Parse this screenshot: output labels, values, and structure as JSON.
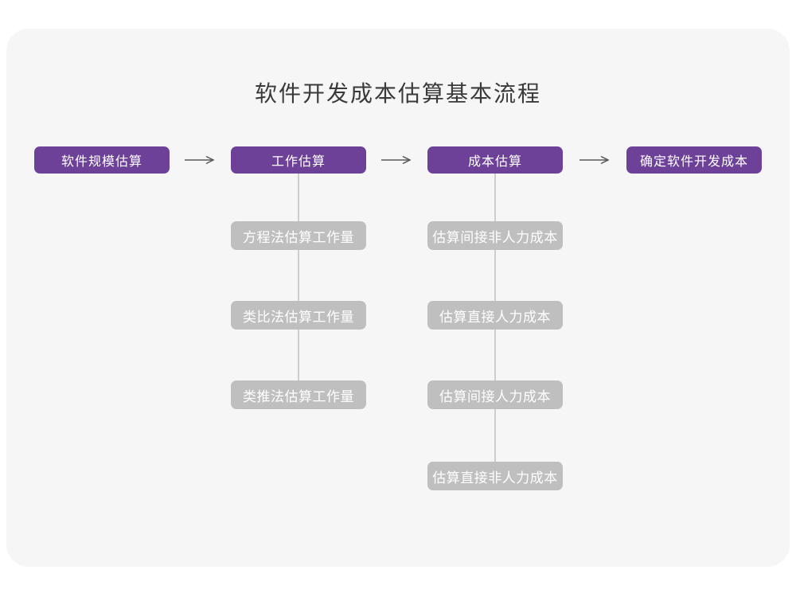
{
  "title": "软件开发成本估算基本流程",
  "colors": {
    "page_background": "#ffffff",
    "card_background": "#f6f6f7",
    "primary_node": "#6e4199",
    "secondary_node": "#bfbfbf",
    "connector_line": "#cdcdcd",
    "arrow": "#58595b",
    "title_text": "#3a3a3a",
    "node_text": "#ffffff"
  },
  "flow": {
    "main_steps": [
      {
        "label": "软件规模估算"
      },
      {
        "label": "工作估算"
      },
      {
        "label": "成本估算"
      },
      {
        "label": "确定软件开发成本"
      }
    ],
    "work_estimation_methods": [
      {
        "label": "方程法估算工作量"
      },
      {
        "label": "类比法估算工作量"
      },
      {
        "label": "类推法估算工作量"
      }
    ],
    "cost_estimation_items": [
      {
        "label": "估算间接非人力成本"
      },
      {
        "label": "估算直接人力成本"
      },
      {
        "label": "估算间接人力成本"
      },
      {
        "label": "估算直接非人力成本"
      }
    ]
  }
}
